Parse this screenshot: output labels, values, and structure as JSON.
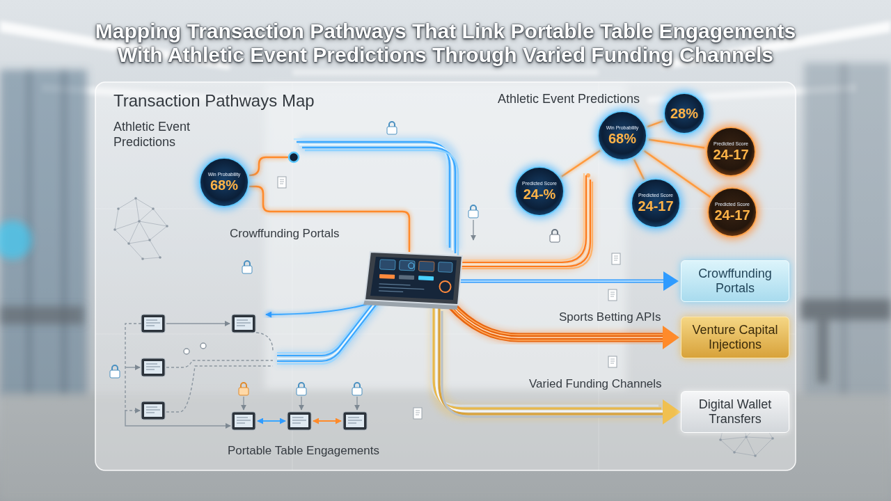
{
  "diagram": {
    "title": "Mapping Transaction Pathways That Link Portable Table Engagements With Athletic Event Predictions Through Varied Funding Channels",
    "nodes": [
      {
        "text": [
          "Win Probability",
          "68%"
        ]
      },
      {
        "text": [
          "Win Probability",
          "68%"
        ]
      },
      {
        "text": [
          "28%"
        ]
      },
      {
        "text": [
          "Predicted Score",
          "24-17"
        ]
      },
      {
        "text": [
          "Predicted Score",
          "24-%"
        ]
      },
      {
        "text": [
          "Predicted Score",
          "24-17"
        ]
      },
      {
        "text": [
          "Predicted Score",
          "24-17"
        ]
      },
      {
        "text": [
          "Crowffunding Portals"
        ]
      },
      {
        "text": [
          "Venture Capital Injections"
        ]
      },
      {
        "text": [
          "Digital Wallet Transfers"
        ]
      }
    ],
    "edges": [
      {
        "from": 1,
        "to": 2,
        "arrow": "none"
      },
      {
        "from": 1,
        "to": 3,
        "arrow": "none"
      },
      {
        "from": 4,
        "to": 1,
        "arrow": "none"
      },
      {
        "from": 1,
        "to": 5,
        "arrow": "none"
      },
      {
        "from": 1,
        "to": 6,
        "arrow": "none"
      }
    ],
    "labels": [
      "Transaction Pathways Map",
      "Athletic Event Predictions",
      "Athletic Event Predictions",
      "Crowffunding Portals",
      "Sports Betting APIs",
      "Varied Funding Channels",
      "Portable Table Engagements"
    ]
  }
}
